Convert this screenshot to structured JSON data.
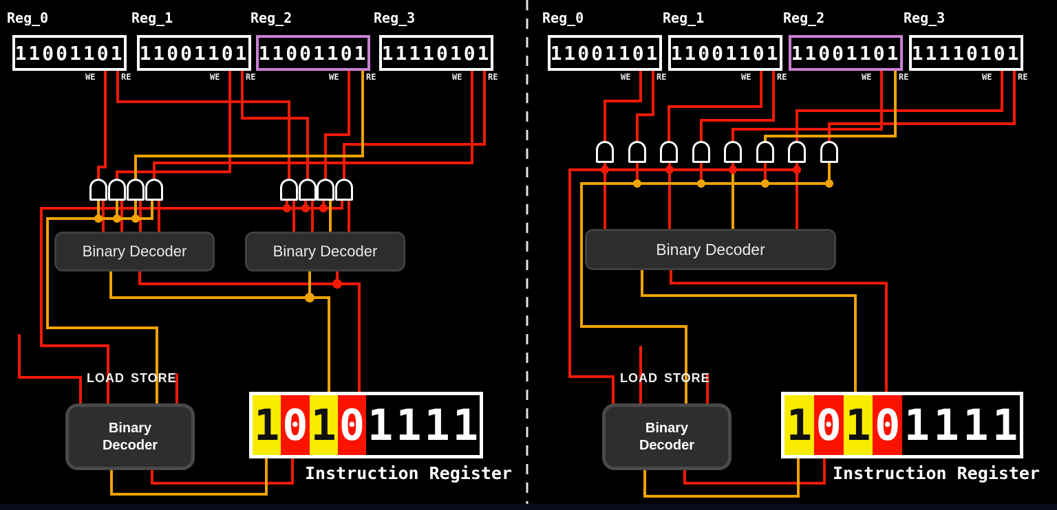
{
  "signal_labels": {
    "we": "WE",
    "re": "RE"
  },
  "colors": {
    "wire_red": "#f01a05",
    "wire_orange": "#efa302",
    "highlight_purple": "#c981d1",
    "ir_cell_yellow": "#f8ec00",
    "ir_cell_red": "#fb1300"
  },
  "panels": [
    {
      "side": "left",
      "registers": [
        {
          "label": "Reg_0",
          "value": "11001101",
          "highlighted": false
        },
        {
          "label": "Reg_1",
          "value": "11001101",
          "highlighted": false
        },
        {
          "label": "Reg_2",
          "value": "11001101",
          "highlighted": true
        },
        {
          "label": "Reg_3",
          "value": "11110101",
          "highlighted": false
        }
      ],
      "gates": {
        "type": "AND",
        "count": 8
      },
      "decoders": {
        "read_write": [
          {
            "label": "Binary Decoder"
          },
          {
            "label": "Binary Decoder"
          }
        ],
        "opcode": {
          "line1": "Binary",
          "line2": "Decoder"
        }
      },
      "enable_labels": {
        "load": "LOAD",
        "store": "STORE"
      },
      "instruction_register": {
        "caption": "Instruction Register",
        "bits": [
          {
            "value": "1",
            "bg": "yellow"
          },
          {
            "value": "0",
            "bg": "red"
          },
          {
            "value": "1",
            "bg": "yellow"
          },
          {
            "value": "0",
            "bg": "red"
          },
          {
            "value": "1",
            "bg": "black"
          },
          {
            "value": "1",
            "bg": "black"
          },
          {
            "value": "1",
            "bg": "black"
          },
          {
            "value": "1",
            "bg": "black"
          }
        ]
      }
    },
    {
      "side": "right",
      "registers": [
        {
          "label": "Reg_0",
          "value": "11001101",
          "highlighted": false
        },
        {
          "label": "Reg_1",
          "value": "11001101",
          "highlighted": false
        },
        {
          "label": "Reg_2",
          "value": "11001101",
          "highlighted": true
        },
        {
          "label": "Reg_3",
          "value": "11110101",
          "highlighted": false
        }
      ],
      "gates": {
        "type": "AND",
        "count": 8
      },
      "decoders": {
        "read_write": [
          {
            "label": "Binary Decoder"
          }
        ],
        "opcode": {
          "line1": "Binary",
          "line2": "Decoder"
        }
      },
      "enable_labels": {
        "load": "LOAD",
        "store": "STORE"
      },
      "instruction_register": {
        "caption": "Instruction Register",
        "bits": [
          {
            "value": "1",
            "bg": "yellow"
          },
          {
            "value": "0",
            "bg": "red"
          },
          {
            "value": "1",
            "bg": "yellow"
          },
          {
            "value": "0",
            "bg": "red"
          },
          {
            "value": "1",
            "bg": "black"
          },
          {
            "value": "1",
            "bg": "black"
          },
          {
            "value": "1",
            "bg": "black"
          },
          {
            "value": "1",
            "bg": "black"
          }
        ]
      }
    }
  ]
}
